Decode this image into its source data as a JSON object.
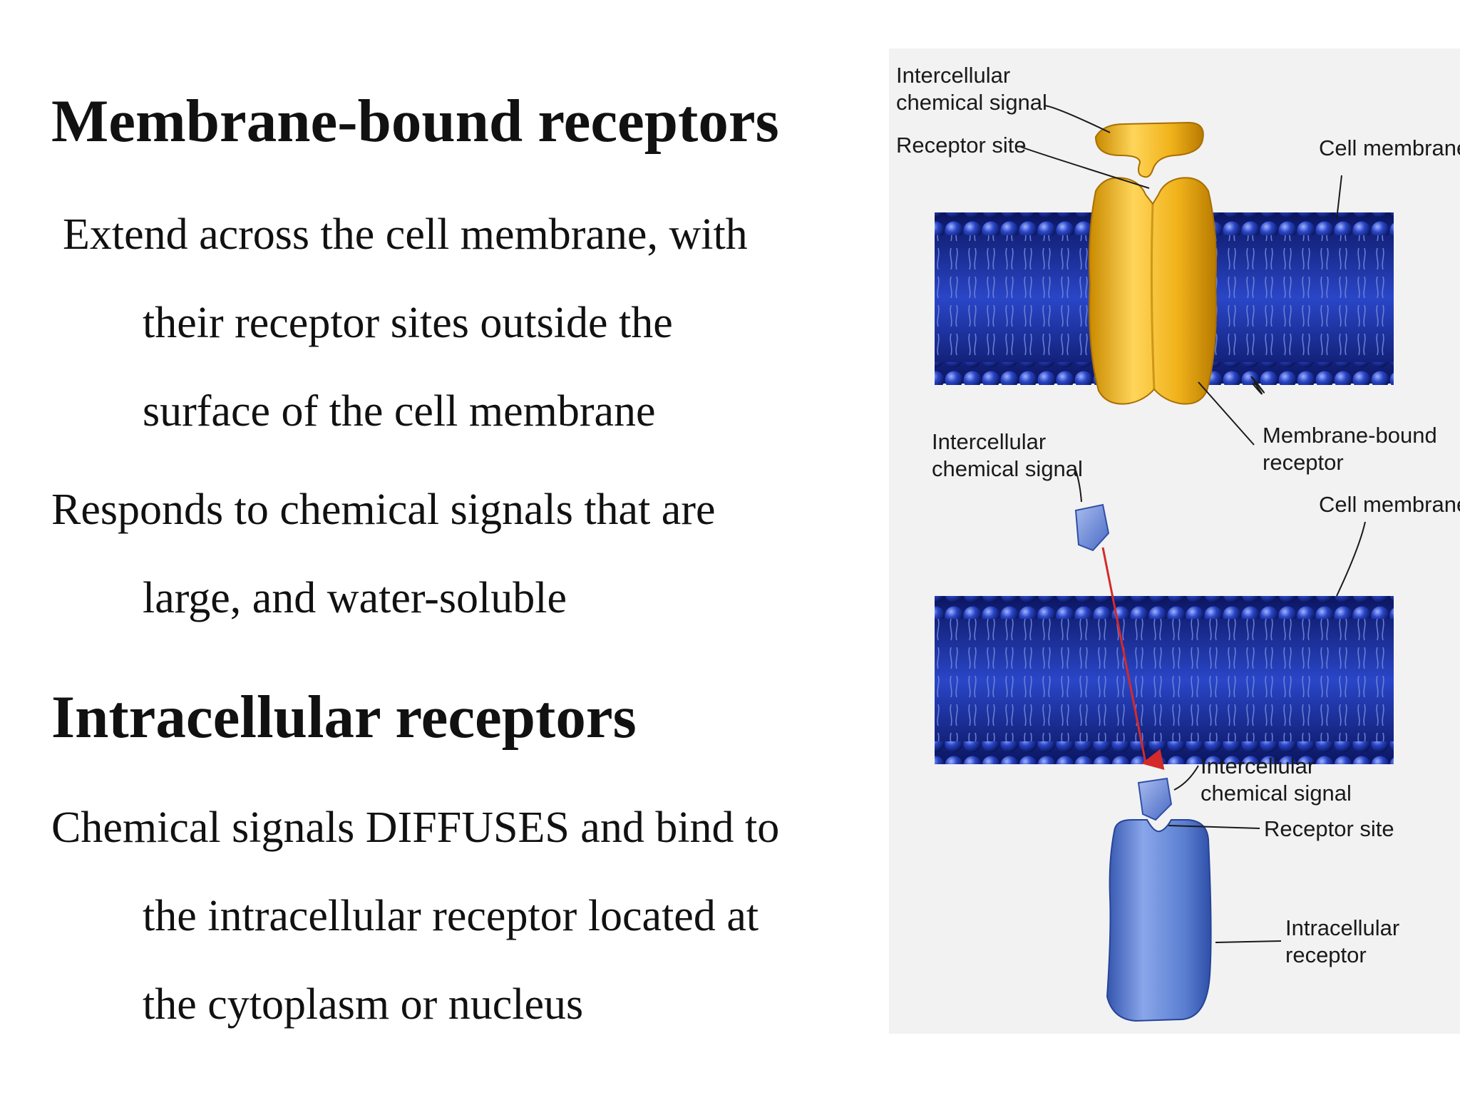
{
  "slide": {
    "heading1": "Membrane-bound receptors",
    "bullets1": [
      "Extend across the cell membrane, with",
      "their receptor sites outside the",
      "surface of the cell membrane",
      "Responds to chemical signals that are",
      "large, and water-soluble"
    ],
    "heading2": "Intracellular receptors",
    "bullets2": [
      "Chemical signals DIFFUSES and bind to",
      "the intracellular receptor located at",
      "the cytoplasm or nucleus"
    ]
  },
  "figure": {
    "top": {
      "signal_label_1": "Intercellular",
      "signal_label_2": "chemical signal",
      "receptor_site_label": "Receptor site",
      "membrane_label": "Cell membrane",
      "receptor_label_1": "Membrane-bound",
      "receptor_label_2": "receptor"
    },
    "bottom": {
      "signal_label_1": "Intercellular",
      "signal_label_2": "chemical signal",
      "membrane_label": "Cell membrane",
      "inner_signal_label_1": "Intercellular",
      "inner_signal_label_2": "chemical signal",
      "receptor_site_label": "Receptor site",
      "receptor_label_1": "Intracellular",
      "receptor_label_2": "receptor"
    },
    "colors": {
      "panel_bg": "#f2f2f2",
      "membrane_dark": "#0d1a6e",
      "membrane_blue": "#2a46c8",
      "receptor_yellow": "#f0b21a",
      "receptor_blue": "#5a7ed0",
      "arrow_red": "#d42a2a"
    }
  }
}
